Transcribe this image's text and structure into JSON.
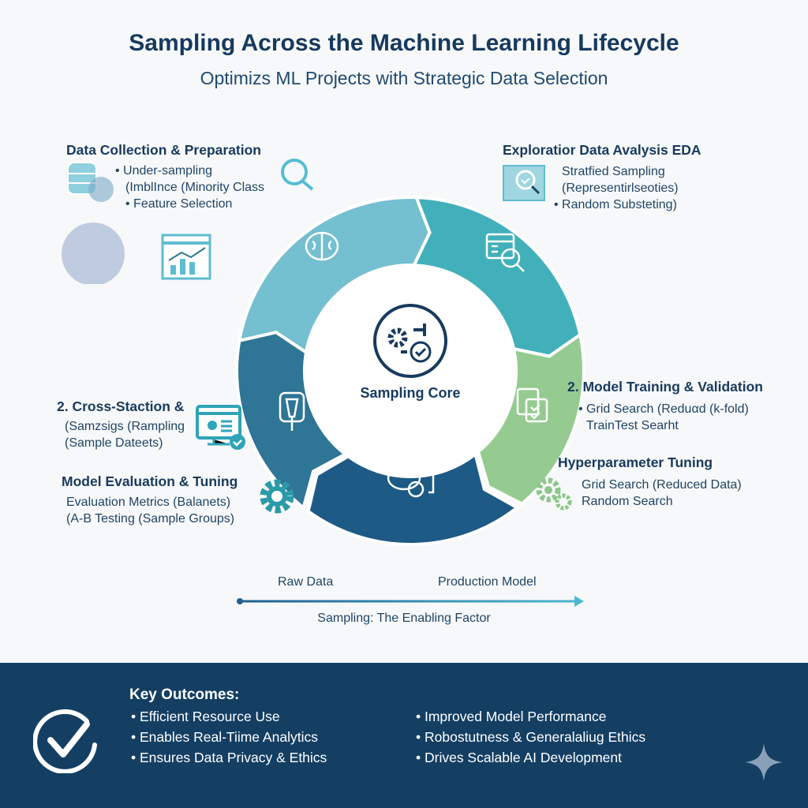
{
  "header": {
    "title": "Sampling Across the Machine Learning Lifecycle",
    "subtitle": "Optimizs ML Projects with Strategic Data Selection"
  },
  "colors": {
    "ring_light": "#74bfd0",
    "ring_teal": "#42b0bb",
    "ring_green": "#95cb91",
    "ring_dark": "#1d5a85",
    "ring_mid": "#2f7595",
    "navy": "#143f63"
  },
  "sections": {
    "data_collection": {
      "heading": "Data Collection & Preparation",
      "lines": [
        "• Under-sampling",
        "(ImblInce (Minority Class",
        "• Feature Selection"
      ]
    },
    "eda": {
      "heading": "Exploratior Data Avalysis EDA",
      "lines": [
        "Stratfied Sampling",
        "(Representirlseoties)",
        "• Random Substeting)"
      ]
    },
    "cross_station": {
      "heading": "2. Cross-Staction &",
      "lines": [
        "(Samzsigs (Rampling",
        "(Sample Dateets)"
      ]
    },
    "model_eval": {
      "heading": "Model Evaluation & Tuning",
      "lines": [
        "Evaluation Metrics (Balanets)",
        "(A-B Testing (Sample Groups)"
      ]
    },
    "model_training": {
      "heading": "2. Model Training & Validation",
      "lines": [
        "• Grid Search (Reduαd (k-fold)",
        "TrainTest Searht"
      ]
    },
    "hyperparameter": {
      "heading": "Hyperparameter Tuning",
      "lines": [
        "Grid Search (Reduced Data)",
        "Random Search"
      ]
    }
  },
  "center": {
    "label": "Sampling Core"
  },
  "flow": {
    "start": "Raw Data",
    "end": "Production Model",
    "caption": "Sampling: The Enabling Factor"
  },
  "outcomes": {
    "title": "Key Outcomes:",
    "left": [
      "• Efficient Resource Use",
      "• Enables Real-Tiime Analytics",
      "• Ensures Data Privacy & Ethics"
    ],
    "right": [
      "• Improved Model Performance",
      "• Robostutness & Generalaliug Ethics",
      "• Drives Scalable AI Development"
    ]
  }
}
